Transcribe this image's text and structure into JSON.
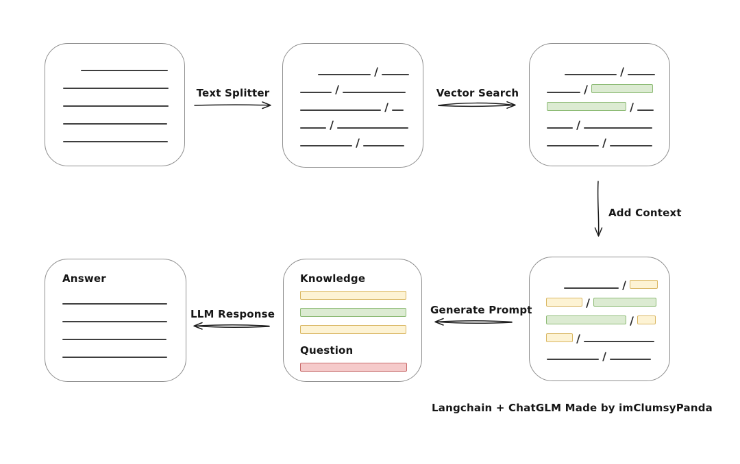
{
  "footer": {
    "credit": "Langchain + ChatGLM Made by imClumsyPanda"
  },
  "labels": {
    "text_splitter": "Text Splitter",
    "vector_search": "Vector Search",
    "add_context": "Add Context",
    "generate_prompt": "Generate Prompt",
    "llm_response": "LLM Response"
  },
  "slash": "/",
  "colors": {
    "green_fill": "#dcebd2",
    "green_border": "#8cba74",
    "yellow_fill": "#fdf3d4",
    "yellow_border": "#d9b661",
    "red_fill": "#f5caca",
    "red_border": "#c76a6a",
    "line": "#3e3e3e",
    "box_border": "#8d8d8d",
    "ink": "#161616"
  },
  "boxes": {
    "document": {
      "rows": [
        {
          "indent": 52,
          "segments": [
            {
              "k": "line",
              "w": 127
            }
          ]
        },
        {
          "indent": 26,
          "segments": [
            {
              "k": "line",
              "w": 154
            }
          ]
        },
        {
          "indent": 26,
          "segments": [
            {
              "k": "line",
              "w": 154
            }
          ]
        },
        {
          "indent": 26,
          "segments": [
            {
              "k": "line",
              "w": 152
            }
          ]
        },
        {
          "indent": 26,
          "segments": [
            {
              "k": "line",
              "w": 153
            }
          ]
        }
      ]
    },
    "split_chunks": {
      "rows": [
        {
          "indent": 51,
          "segments": [
            {
              "k": "line",
              "w": 77
            },
            {
              "k": "slash"
            },
            {
              "k": "line",
              "w": 40
            }
          ]
        },
        {
          "indent": 25,
          "segments": [
            {
              "k": "line",
              "w": 46
            },
            {
              "k": "slash"
            },
            {
              "k": "line",
              "w": 92
            }
          ]
        },
        {
          "indent": 25,
          "segments": [
            {
              "k": "line",
              "w": 118
            },
            {
              "k": "slash"
            },
            {
              "k": "line",
              "w": 17
            }
          ]
        },
        {
          "indent": 25,
          "segments": [
            {
              "k": "line",
              "w": 38
            },
            {
              "k": "slash"
            },
            {
              "k": "line",
              "w": 104
            }
          ]
        },
        {
          "indent": 25,
          "segments": [
            {
              "k": "line",
              "w": 76
            },
            {
              "k": "slash"
            },
            {
              "k": "line",
              "w": 60
            }
          ]
        }
      ]
    },
    "matched_chunks": {
      "rows": [
        {
          "indent": 51,
          "segments": [
            {
              "k": "line",
              "w": 76
            },
            {
              "k": "slash"
            },
            {
              "k": "line",
              "w": 40
            }
          ]
        },
        {
          "indent": 25,
          "segments": [
            {
              "k": "line",
              "w": 49
            },
            {
              "k": "slash"
            },
            {
              "k": "green",
              "w": 90
            }
          ]
        },
        {
          "indent": 25,
          "segments": [
            {
              "k": "green",
              "w": 116
            },
            {
              "k": "slash"
            },
            {
              "k": "line",
              "w": 24
            }
          ]
        },
        {
          "indent": 25,
          "segments": [
            {
              "k": "line",
              "w": 38
            },
            {
              "k": "slash"
            },
            {
              "k": "line",
              "w": 100
            }
          ]
        },
        {
          "indent": 25,
          "segments": [
            {
              "k": "line",
              "w": 76
            },
            {
              "k": "slash"
            },
            {
              "k": "line",
              "w": 62
            }
          ]
        }
      ]
    },
    "context_chunks": {
      "rows": [
        {
          "indent": 50,
          "segments": [
            {
              "k": "line",
              "w": 80
            },
            {
              "k": "slash"
            },
            {
              "k": "yellow",
              "w": 41
            }
          ]
        },
        {
          "indent": 24,
          "segments": [
            {
              "k": "yellow",
              "w": 53
            },
            {
              "k": "slash"
            },
            {
              "k": "green",
              "w": 92
            }
          ]
        },
        {
          "indent": 24,
          "segments": [
            {
              "k": "green",
              "w": 117
            },
            {
              "k": "slash"
            },
            {
              "k": "yellow",
              "w": 27
            }
          ]
        },
        {
          "indent": 24,
          "segments": [
            {
              "k": "yellow",
              "w": 39
            },
            {
              "k": "slash"
            },
            {
              "k": "line",
              "w": 103
            }
          ]
        },
        {
          "indent": 25,
          "segments": [
            {
              "k": "line",
              "w": 76
            },
            {
              "k": "slash"
            },
            {
              "k": "line",
              "w": 60
            }
          ]
        }
      ]
    },
    "prompt": {
      "items": [
        {
          "kind": "label",
          "text": "Knowledge",
          "name": "knowledge-label"
        },
        {
          "kind": "bar",
          "color": "yellow",
          "w": 155
        },
        {
          "kind": "bar",
          "color": "green",
          "w": 155
        },
        {
          "kind": "bar",
          "color": "yellow",
          "w": 155
        },
        {
          "kind": "label",
          "text": "Question",
          "name": "question-label"
        },
        {
          "kind": "bar",
          "color": "red",
          "w": 156
        }
      ]
    },
    "answer": {
      "items": [
        {
          "kind": "label",
          "text": "Answer",
          "name": "answer-label"
        },
        {
          "kind": "line",
          "w": 153
        },
        {
          "kind": "line",
          "w": 153
        },
        {
          "kind": "line",
          "w": 152
        },
        {
          "kind": "line",
          "w": 153
        }
      ]
    }
  }
}
